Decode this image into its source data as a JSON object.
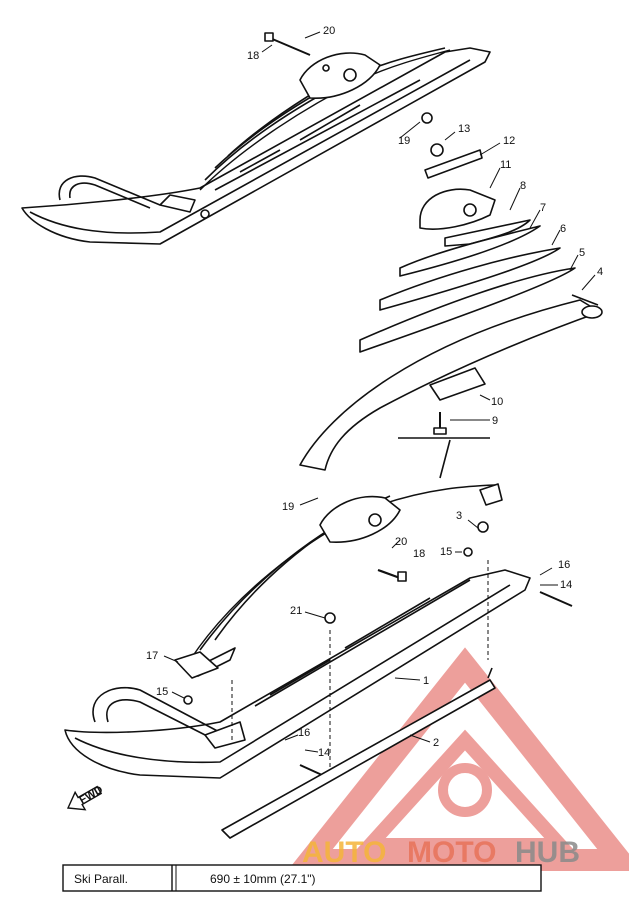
{
  "callouts": [
    "20",
    "18",
    "19",
    "13",
    "12",
    "11",
    "8",
    "7",
    "6",
    "5",
    "4",
    "10",
    "9",
    "19",
    "3",
    "20",
    "18",
    "15",
    "16",
    "14",
    "21",
    "17",
    "1",
    "15",
    "2",
    "16",
    "14"
  ],
  "orientation_mark": "FWD",
  "spec_table": {
    "label": "Ski Parall.",
    "value": "690 ± 10mm  (27.1\")"
  },
  "watermark": {
    "text_parts": [
      "AUTO",
      "MOTO",
      "HUB"
    ],
    "colors": [
      "#f5b53a",
      "#e8735a",
      "#8a8a8a"
    ],
    "logo_color": "#e0524a"
  }
}
